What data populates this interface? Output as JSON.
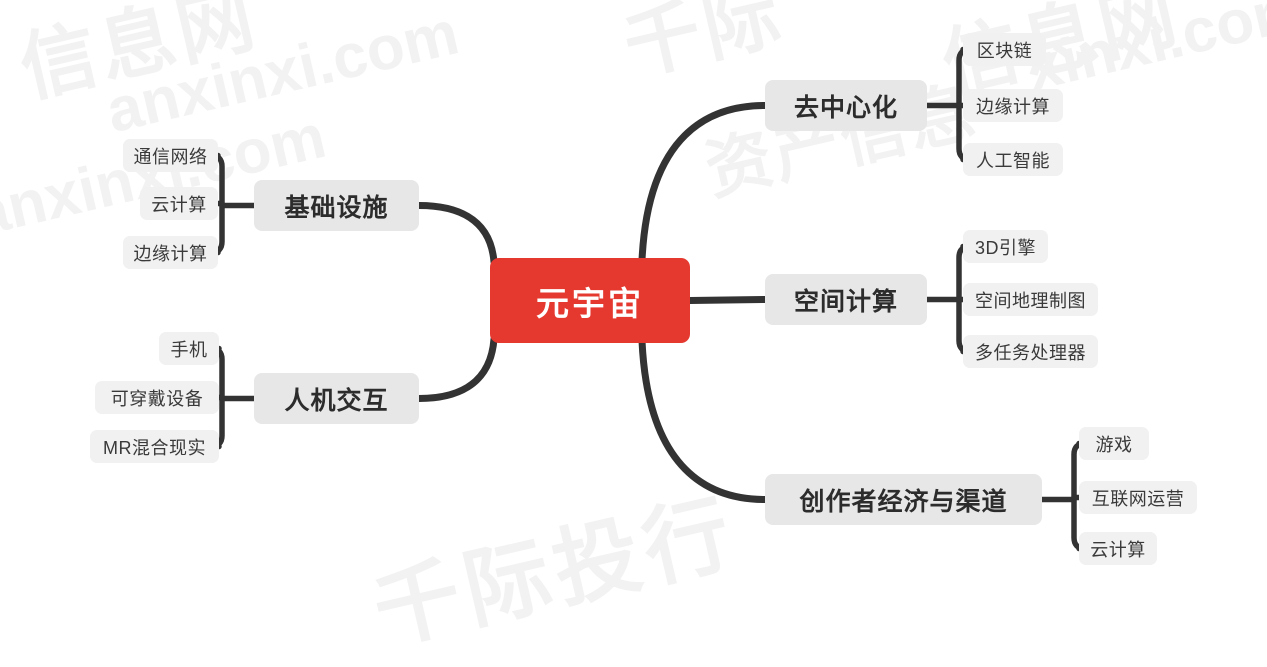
{
  "diagram": {
    "type": "mindmap",
    "palette": {
      "root_bg": "#e5382f",
      "root_text": "#ffffff",
      "branch_bg": "#e7e7e7",
      "branch_text": "#2c2c2c",
      "leaf_bg": "#f1f1f1",
      "leaf_text": "#3a3a3a",
      "connector": "#333333",
      "canvas_bg": "#ffffff",
      "watermark": "#f2f2f2"
    },
    "root": {
      "label": "元宇宙"
    },
    "branches": [
      {
        "id": "infrastructure",
        "label": "基础设施",
        "side": "left",
        "children": [
          {
            "label": "通信网络"
          },
          {
            "label": "云计算"
          },
          {
            "label": "边缘计算"
          }
        ]
      },
      {
        "id": "human-computer-interaction",
        "label": "人机交互",
        "side": "left",
        "children": [
          {
            "label": "手机"
          },
          {
            "label": "可穿戴设备"
          },
          {
            "label": "MR混合现实"
          }
        ]
      },
      {
        "id": "decentralization",
        "label": "去中心化",
        "side": "right",
        "children": [
          {
            "label": "区块链"
          },
          {
            "label": "边缘计算"
          },
          {
            "label": "人工智能"
          }
        ]
      },
      {
        "id": "spatial-computing",
        "label": "空间计算",
        "side": "right",
        "children": [
          {
            "label": "3D引擎"
          },
          {
            "label": "空间地理制图"
          },
          {
            "label": "多任务处理器"
          }
        ]
      },
      {
        "id": "creator-economy",
        "label": "创作者经济与渠道",
        "side": "right",
        "children": [
          {
            "label": "游戏"
          },
          {
            "label": "互联网运营"
          },
          {
            "label": "云计算"
          }
        ]
      }
    ]
  },
  "watermarks": {
    "cn_left": "信息网",
    "cn_mid": "千际",
    "cn_right": "信息网",
    "cn_center": "资产信息",
    "url_a": "anxinxi.com",
    "url_b": "xinxi.com",
    "url_c": "hanxinxi.com",
    "bottom": "千际投行"
  }
}
